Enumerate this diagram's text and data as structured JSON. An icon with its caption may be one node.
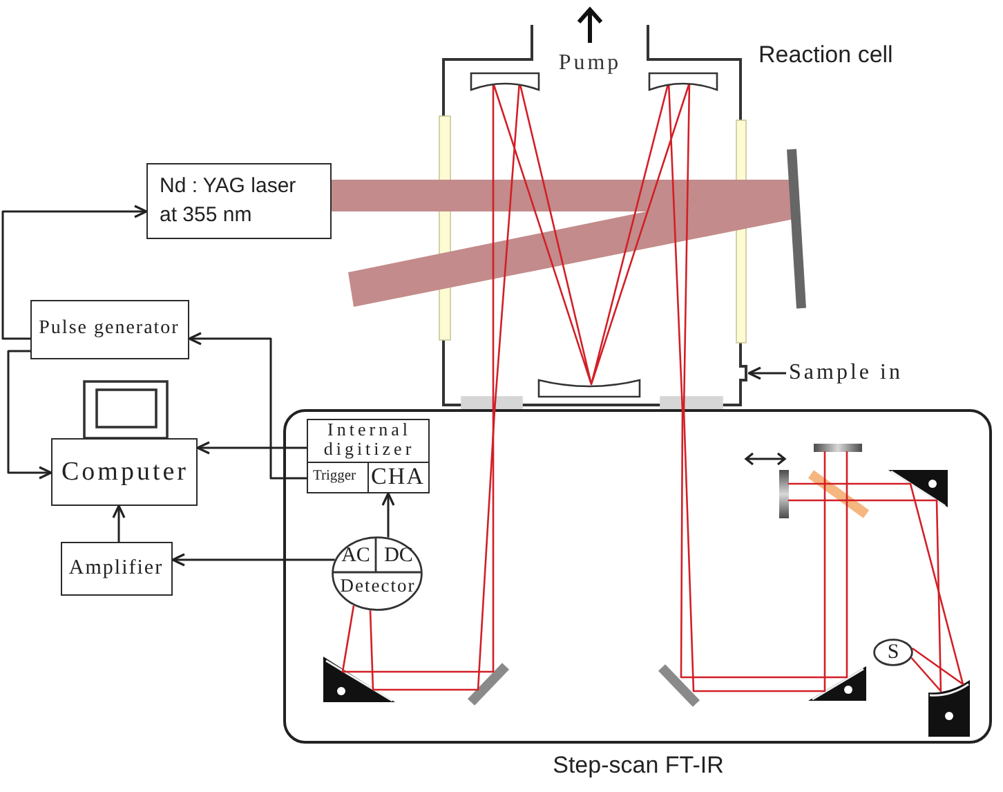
{
  "diagram": {
    "nodes": [
      {
        "text": [
          "Reaction cell"
        ]
      },
      {
        "text": [
          "Nd : YAG laser at 355 nm"
        ]
      },
      {
        "text": [
          "Pulse generator"
        ]
      },
      {
        "text": [
          "Sample in"
        ]
      },
      {
        "text": [
          "Computer"
        ]
      },
      {
        "text": [
          "Step-scan FT-IR"
        ]
      },
      {
        "text": [
          "Internal digitizer"
        ],
        "in": 5
      },
      {
        "text": [
          "Trigger"
        ],
        "in": 6
      },
      {
        "text": [
          "CHA"
        ],
        "in": 6
      },
      {
        "text": [
          "AC",
          "DC",
          "Detector"
        ],
        "in": 5
      },
      {
        "text": [
          "Amplifier"
        ]
      },
      {
        "text": [
          "S"
        ],
        "in": 5
      }
    ],
    "edges": [
      {
        "from": 2,
        "to": 1,
        "arrow": "to"
      },
      {
        "from": 2,
        "to": 4,
        "arrow": "to"
      },
      {
        "from": 7,
        "to": 2,
        "arrow": "to"
      },
      {
        "from": 6,
        "to": 4,
        "arrow": "to"
      },
      {
        "from": 10,
        "to": 4,
        "arrow": "to"
      },
      {
        "from": 9,
        "to": 10,
        "arrow": "to"
      },
      {
        "from": 9,
        "to": 8,
        "arrow": "to"
      },
      {
        "from": 3,
        "to": 0,
        "arrow": "to"
      },
      {
        "from": 11,
        "to": 0,
        "arrow": "none",
        "color": "#d21f26"
      },
      {
        "from": 11,
        "to": 0,
        "arrow": "none",
        "color": "#d21f26"
      },
      {
        "from": 0,
        "to": 9,
        "arrow": "none",
        "color": "#d21f26"
      },
      {
        "from": 0,
        "to": 9,
        "arrow": "none",
        "color": "#d21f26"
      }
    ],
    "labels": [
      "Pump"
    ]
  }
}
